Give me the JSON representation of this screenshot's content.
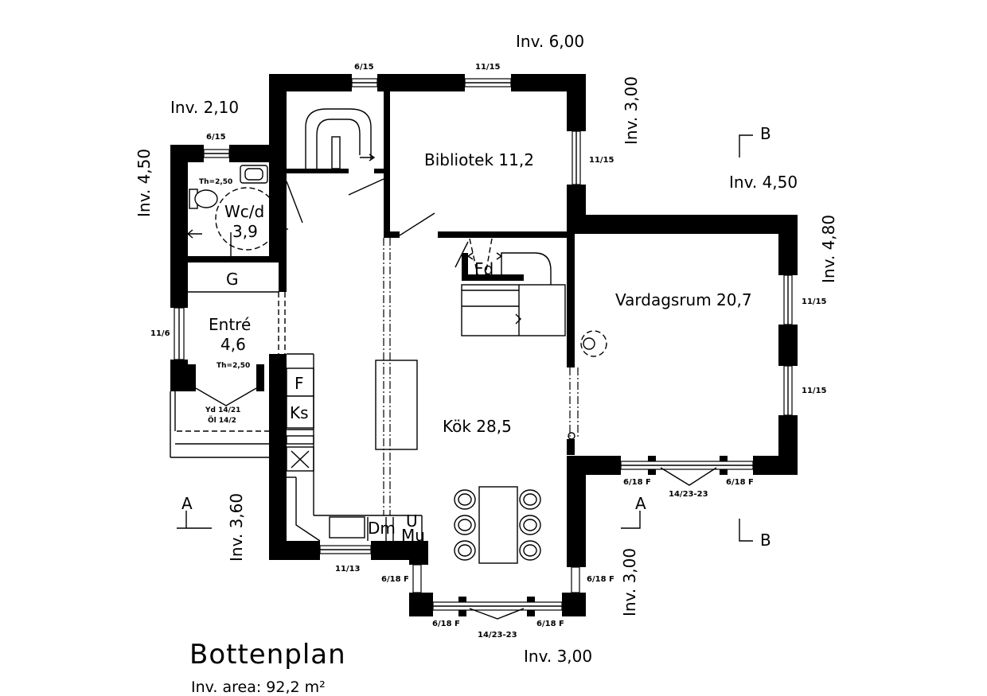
{
  "title": "Bottenplan",
  "area_label": "Inv. area: 92,2 m²",
  "rooms": {
    "bibliotek": "Bibliotek 11,2",
    "wc_name": "Wc/d",
    "wc_area": "3,9",
    "garderob": "G",
    "entre_name": "Entré",
    "entre_area": "4,6",
    "kok": "Kök 28,5",
    "vardagsrum": "Vardagsrum 20,7",
    "fd": "Fd"
  },
  "fixtures": {
    "f": "F",
    "ks": "Ks",
    "dm": "Dm",
    "u": "U",
    "mu": "Mu"
  },
  "notes": {
    "th_wc": "Th=2,50",
    "th_entre": "Th=2,50",
    "yd": "Yd 14/21",
    "ol": "Öl 14/2"
  },
  "dimensions": {
    "top": "Inv. 6,00",
    "top_right": "Inv. 3,00",
    "right_upper": "Inv. 4,50",
    "right": "Inv. 4,80",
    "left_upper": "Inv. 2,10",
    "left": "Inv. 4,50",
    "left_lower": "Inv. 3,60",
    "bottom_right": "Inv. 3,00",
    "bottom": "Inv. 3,00"
  },
  "windows": {
    "w_top_small": "6/15",
    "w_top": "11/15",
    "w_right_bib": "11/15",
    "w_wc": "6/15",
    "w_entre": "11/6",
    "w_kok_left": "11/13",
    "w_vr_r1": "11/15",
    "w_vr_r2": "11/15",
    "w_vr_b1": "6/18 F",
    "w_vr_b2": "6/18 F",
    "w_vr_b3": "14/23-23",
    "w_k1": "6/18 F",
    "w_k2": "6/18 F",
    "w_k3": "6/18 F",
    "w_k4": "6/18 F",
    "w_k5": "14/23-23"
  },
  "sections": {
    "a_left": "A",
    "a_right": "A",
    "b_top": "B",
    "b_bottom": "B"
  }
}
